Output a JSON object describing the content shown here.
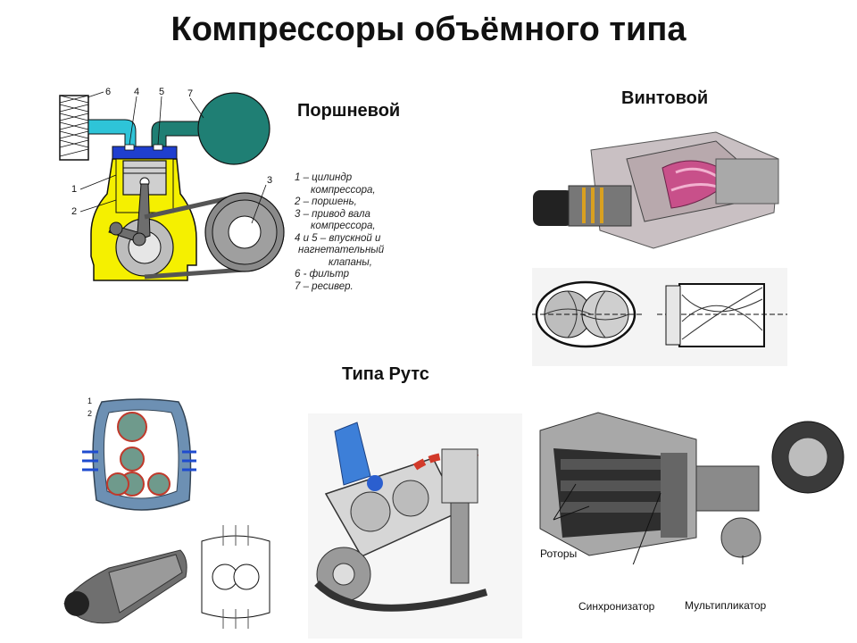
{
  "title": "Компрессоры объёмного типа",
  "sections": {
    "piston": "Поршневой",
    "screw": "Винтовой",
    "roots": "Типа Рутс"
  },
  "piston_diagram": {
    "numbers": [
      "6",
      "4",
      "5",
      "7",
      "1",
      "2",
      "3"
    ],
    "legend": [
      "1 – цилиндр",
      "компрессора,",
      "2 – поршень,",
      "3 – привод вала",
      "компрессора,",
      "4 и 5 – впускной и",
      "нагнетательный",
      "клапаны,",
      "6 - фильтр",
      "7 – ресивер."
    ]
  },
  "roots_diagram": {
    "numbers": [
      "1",
      "2"
    ],
    "labels": {
      "rotors": "Роторы",
      "synchronizer": "Синхронизатор",
      "multiplier": "Мультипликатор"
    }
  },
  "colors": {
    "yellow": "#f5f000",
    "cyan": "#2ec4d8",
    "teal": "#1f7f74",
    "blue": "#1f3fcf",
    "gray": "#9a9a9a",
    "red": "#d23a2a"
  }
}
